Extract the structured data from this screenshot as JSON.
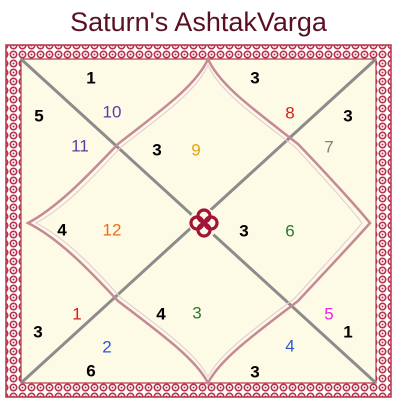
{
  "title": "Saturn's AshtakVarga",
  "colors": {
    "page_background": "#ffffff",
    "chart_background": "#fdfbe6",
    "border_red": "#b5334a",
    "diagonal_gray": "#8c8c8c",
    "lotus_outline": "#c58a95",
    "title": "#5a1023",
    "points": "#000000"
  },
  "center_icon": "knot-ornament-icon",
  "houses": [
    {
      "house": 1,
      "sign": "9",
      "sign_color": "#e8a012",
      "points": "3"
    },
    {
      "house": 2,
      "sign": "10",
      "sign_color": "#5e3aa6",
      "points": "1"
    },
    {
      "house": 3,
      "sign": "11",
      "sign_color": "#5e3aa6",
      "points": "5"
    },
    {
      "house": 4,
      "sign": "12",
      "sign_color": "#ef6a1a",
      "points": "4"
    },
    {
      "house": 5,
      "sign": "1",
      "sign_color": "#d61c1c",
      "points": "3"
    },
    {
      "house": 6,
      "sign": "2",
      "sign_color": "#2d55cf",
      "points": "6"
    },
    {
      "house": 7,
      "sign": "3",
      "sign_color": "#2a7a2a",
      "points": "4"
    },
    {
      "house": 8,
      "sign": "4",
      "sign_color": "#2d55cf",
      "points": "3"
    },
    {
      "house": 9,
      "sign": "5",
      "sign_color": "#f020e0",
      "points": "1"
    },
    {
      "house": 10,
      "sign": "6",
      "sign_color": "#2a7a2a",
      "points": "3"
    },
    {
      "house": 11,
      "sign": "7",
      "sign_color": "#808080",
      "points": "3"
    },
    {
      "house": 12,
      "sign": "8",
      "sign_color": "#d61c1c",
      "points": "3"
    }
  ]
}
